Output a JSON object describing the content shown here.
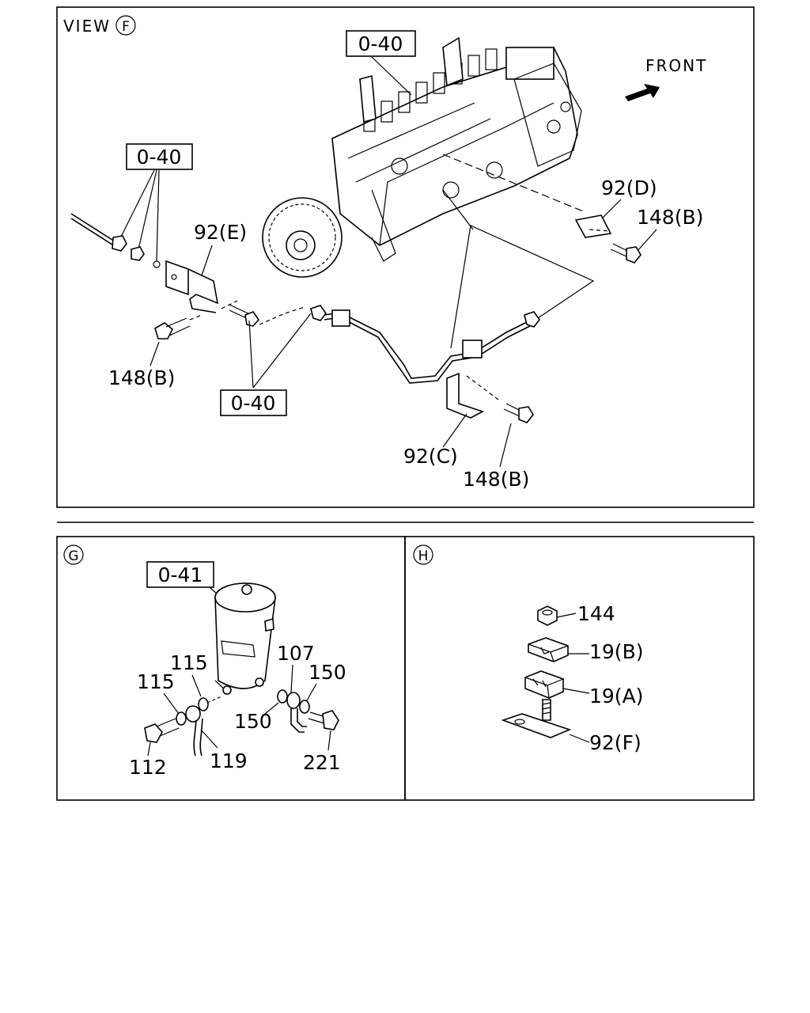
{
  "panel_f": {
    "view_label": "VIEW",
    "view_letter": "F",
    "front_label": "FRONT",
    "ref_pump": "0-40",
    "ref_pipe_top": "0-40",
    "ref_pipe_bottom": "0-40",
    "labels": {
      "bracket_e": "92(E)",
      "bracket_d": "92(D)",
      "bracket_c": "92(C)",
      "bolt_left": "148(B)",
      "bolt_right": "148(B)",
      "bolt_bottom": "148(B)"
    }
  },
  "panel_g": {
    "letter": "G",
    "ref_filter": "0-41",
    "labels": {
      "washer_115_a": "115",
      "washer_115_b": "115",
      "bolt_112": "112",
      "hose_119": "119",
      "pipe_107": "107",
      "washer_150_a": "150",
      "washer_150_b": "150",
      "bolt_221": "221"
    }
  },
  "panel_h": {
    "letter": "H",
    "labels": {
      "nut_144": "144",
      "clip_19b": "19(B)",
      "clip_19a": "19(A)",
      "bracket_92f": "92(F)"
    }
  }
}
